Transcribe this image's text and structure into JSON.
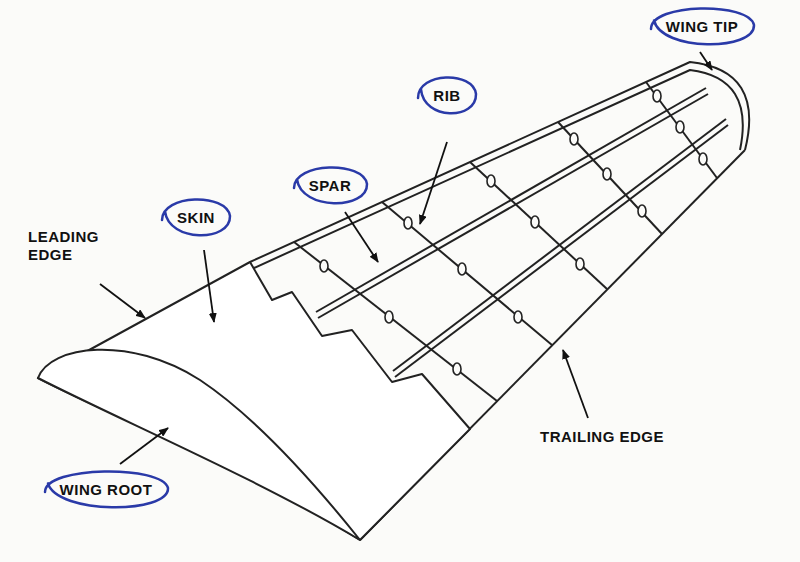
{
  "diagram": {
    "nodes": [
      {
        "text": [
          "WING TIP"
        ]
      },
      {
        "text": [
          "RIB"
        ]
      },
      {
        "text": [
          "SPAR"
        ]
      },
      {
        "text": [
          "SKIN"
        ]
      },
      {
        "text": [
          "WING ROOT"
        ]
      }
    ],
    "labels": [
      "LEADING EDGE",
      "TRAILING EDGE"
    ]
  }
}
